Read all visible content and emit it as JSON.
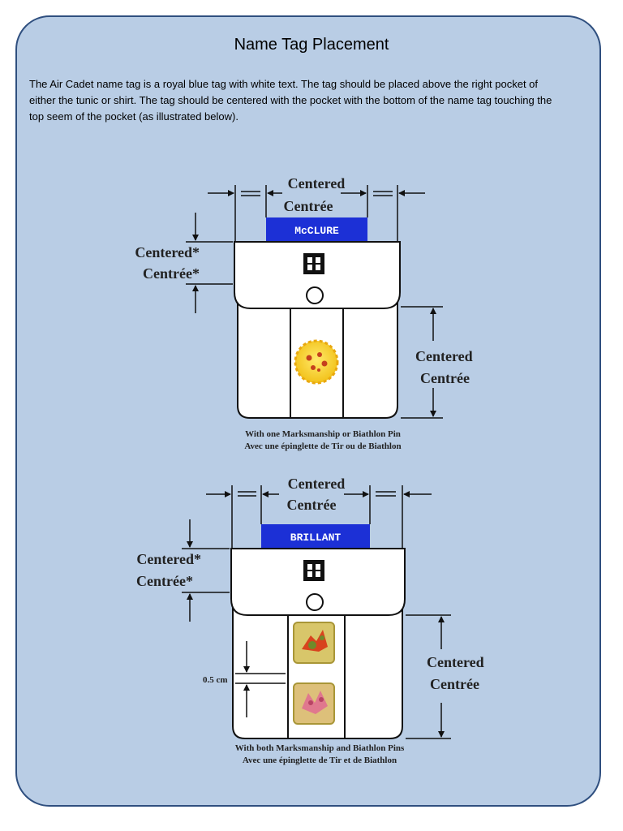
{
  "title": "Name Tag Placement",
  "intro": "The Air Cadet name tag is a royal blue tag with white text. The tag should be placed above the right pocket of either the tunic or shirt. The tag should be centered with the pocket with the bottom of the name tag touching the top seem of the pocket (as illustrated below).",
  "colors": {
    "background": "#b9cde5",
    "border": "#2f4f7f",
    "tag": "#1c30d6",
    "tag_text": "#ffffff"
  },
  "figure1": {
    "tag_name": "McCLURE",
    "centered_top_en": "Centered",
    "centered_top_fr": "Centrée",
    "centered_left_en": "Centered*",
    "centered_left_fr": "Centrée*",
    "centered_right_en": "Centered",
    "centered_right_fr": "Centrée",
    "caption_en": "With one Marksmanship or Biathlon Pin",
    "caption_fr": "Avec une épinglette de Tir ou de Biathlon"
  },
  "figure2": {
    "tag_name": "BRILLANT",
    "centered_top_en": "Centered",
    "centered_top_fr": "Centrée",
    "centered_left_en": "Centered*",
    "centered_left_fr": "Centrée*",
    "centered_right_en": "Centered",
    "centered_right_fr": "Centrée",
    "gap_label": "0.5 cm",
    "caption_en": "With both Marksmanship and Biathlon Pins",
    "caption_fr": "Avec une épinglette de Tir et de Biathlon"
  }
}
